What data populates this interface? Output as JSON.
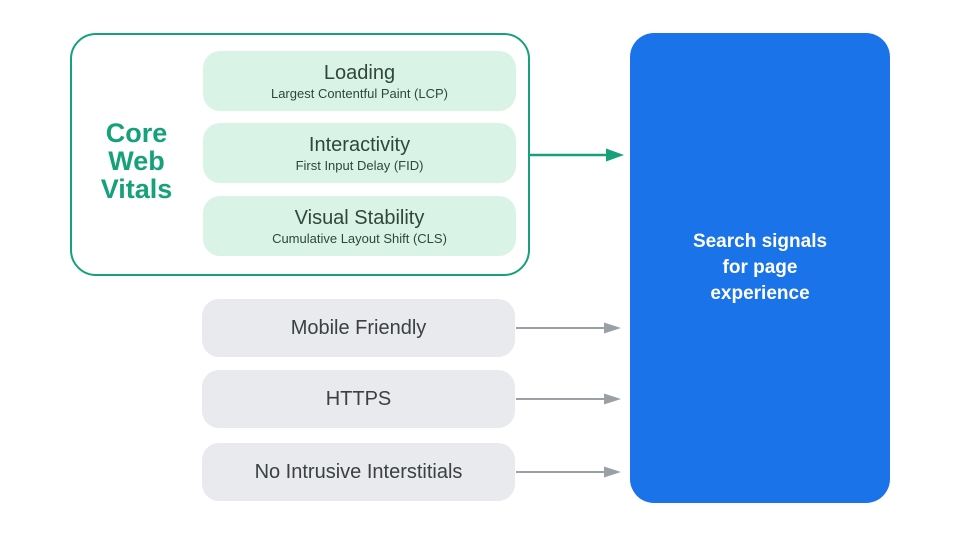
{
  "colors": {
    "green": "#16A17B",
    "green-light": "#D9F4E6",
    "ink-green": "#2F463D",
    "blue": "#1A73E8",
    "gray-pill": "#E8EAED",
    "ink-gray": "#3C4043",
    "arrow-gray": "#9AA0A6",
    "white": "#FFFFFF"
  },
  "core_web_vitals": {
    "label": "Core\nWeb\nVitals",
    "items": [
      {
        "title": "Loading",
        "subtitle": "Largest Contentful Paint (LCP)"
      },
      {
        "title": "Interactivity",
        "subtitle": "First Input Delay (FID)"
      },
      {
        "title": "Visual Stability",
        "subtitle": "Cumulative Layout Shift (CLS)"
      }
    ]
  },
  "other_signals": [
    {
      "label": "Mobile Friendly"
    },
    {
      "label": "HTTPS"
    },
    {
      "label": "No Intrusive Interstitials"
    }
  ],
  "result_panel": {
    "label": "Search signals\nfor page\nexperience"
  }
}
